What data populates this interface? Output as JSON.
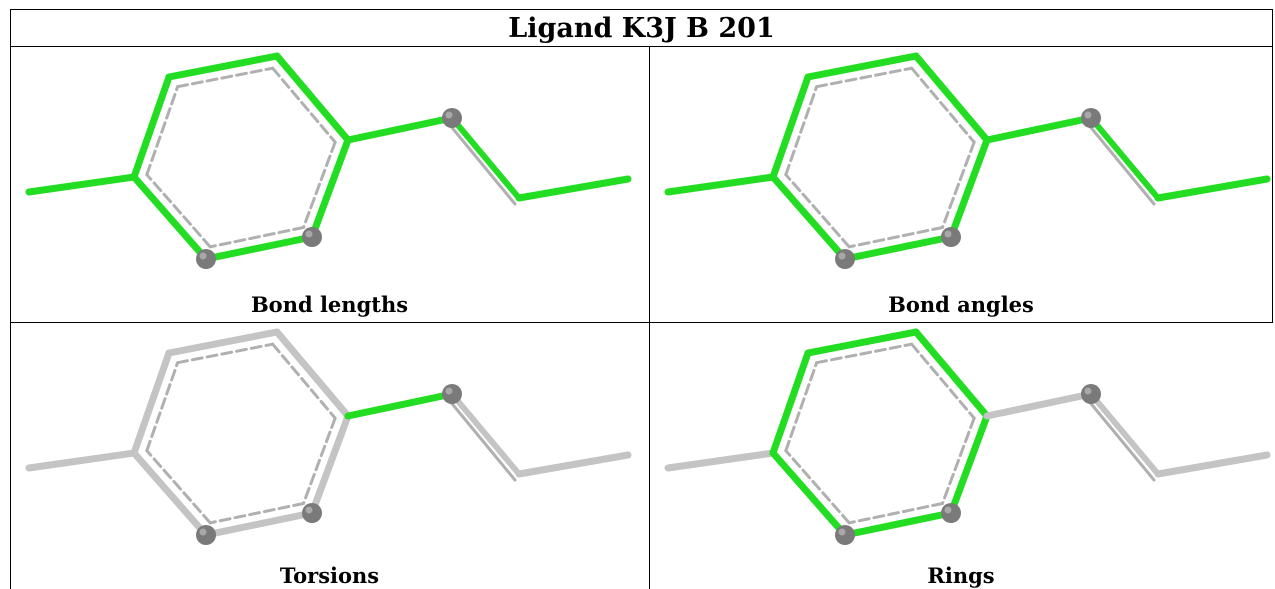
{
  "title": "Ligand K3J B 201",
  "panels": [
    {
      "caption": "Bond lengths",
      "ring": "green",
      "left_chain": "green",
      "right_link": "green",
      "right_chain": "green"
    },
    {
      "caption": "Bond angles",
      "ring": "green",
      "left_chain": "green",
      "right_link": "green",
      "right_chain": "green"
    },
    {
      "caption": "Torsions",
      "ring": "grey",
      "left_chain": "grey",
      "right_link": "green",
      "right_chain": "grey"
    },
    {
      "caption": "Rings",
      "ring": "green",
      "left_chain": "grey",
      "right_link": "grey",
      "right_chain": "grey"
    }
  ],
  "colors": {
    "green": "#22dd22",
    "grey": "#c4c4c4",
    "atom": "#7a7a7a",
    "ghost": "#b0b0b0"
  }
}
